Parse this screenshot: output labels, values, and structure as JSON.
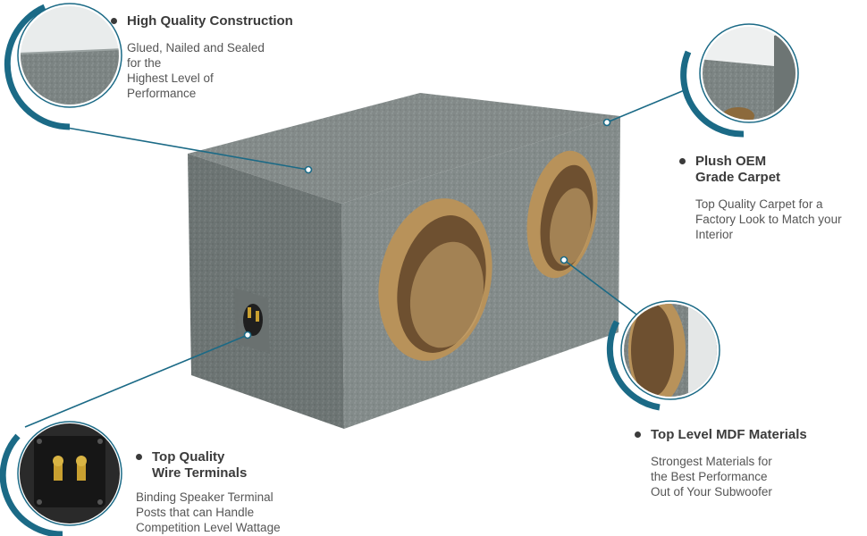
{
  "features": {
    "construction": {
      "title_line1": "High Quality Construction",
      "desc": [
        "Glued, Nailed and Sealed",
        "for the",
        "Highest Level of",
        "Performance"
      ]
    },
    "carpet": {
      "title_line1": "Plush OEM",
      "title_line2": "Grade Carpet",
      "desc": [
        "Top Quality Carpet for a",
        "Factory Look to Match your",
        "Interior"
      ]
    },
    "mdf": {
      "title_line1": "Top Level MDF Materials",
      "desc": [
        "Strongest Materials for",
        "the Best Performance",
        "Out of  Your Subwoofer"
      ]
    },
    "terminals": {
      "title_line1": "Top Quality",
      "title_line2": "Wire Terminals",
      "desc": [
        "Binding Speaker Terminal",
        "Posts that can Handle",
        "Competition Level Wattage"
      ]
    }
  },
  "colors": {
    "accent": "#1b6a86",
    "carpet": "#7d8584",
    "mdf": "#8c6a3c",
    "text_dark": "#3b3b3b"
  },
  "icons": [
    "construction-zoom",
    "carpet-zoom",
    "mdf-zoom",
    "terminal-zoom"
  ]
}
